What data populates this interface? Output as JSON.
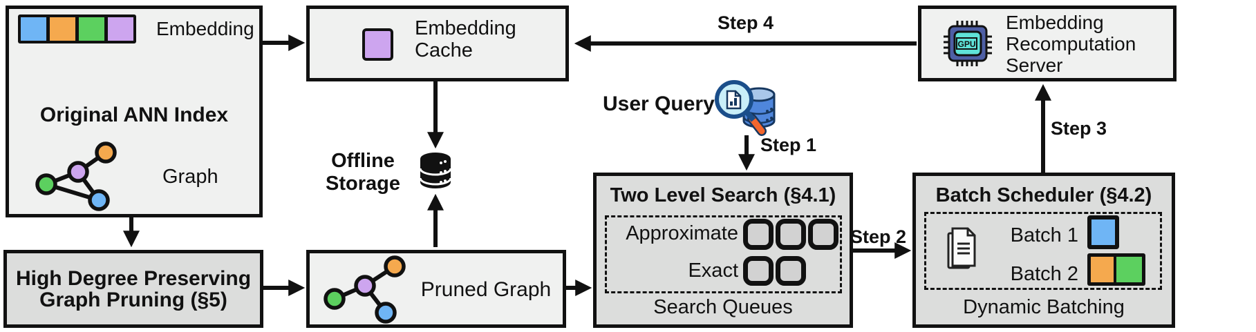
{
  "figure": {
    "original_ann_index": {
      "title": "Original ANN Index",
      "embedding_label": "Embedding",
      "graph_label": "Graph",
      "embedding_cells": [
        "blue",
        "orange",
        "green",
        "purple"
      ],
      "graph_nodes": [
        "orange",
        "purple",
        "green",
        "blue"
      ],
      "graph_edges": [
        "purple-orange",
        "purple-green",
        "purple-blue",
        "green-blue"
      ]
    },
    "embedding_cache": {
      "line1": "Embedding",
      "line2": "Cache",
      "cached_cell_color": "purple"
    },
    "embedding_recomputation_server": {
      "line1": "Embedding",
      "line2": "Recomputation",
      "line3": "Server",
      "gpu_chip_label": "GPU"
    },
    "offline_storage": {
      "line1": "Offline",
      "line2": "Storage"
    },
    "user_query_label": "User Query",
    "high_degree_pruning": {
      "line1": "High Degree Preserving",
      "line2": "Graph Pruning (§5)"
    },
    "pruned_graph": {
      "label": "Pruned Graph",
      "graph_nodes": [
        "orange",
        "purple",
        "green",
        "blue"
      ],
      "graph_edges": [
        "green-purple",
        "purple-orange",
        "purple-blue"
      ]
    },
    "two_level_search": {
      "title": "Two Level Search (§4.1)",
      "approximate_label": "Approximate",
      "exact_label": "Exact",
      "caption": "Search Queues",
      "approximate_queue_count": 3,
      "exact_queue_count": 2
    },
    "batch_scheduler": {
      "title": "Batch Scheduler (§4.2)",
      "batch1_label": "Batch 1",
      "batch2_label": "Batch 2",
      "batch1_cells": [
        "blue"
      ],
      "batch2_cells": [
        "orange",
        "green"
      ],
      "caption": "Dynamic Batching"
    },
    "step_labels": {
      "step1": "Step 1",
      "step2": "Step 2",
      "step3": "Step 3",
      "step4": "Step 4"
    },
    "icons": [
      "database-icon",
      "gpu-chip-icon",
      "search-query-icon",
      "documents-icon",
      "graph-icon"
    ],
    "colors": {
      "blue": "#6FB5F5",
      "orange": "#F5A94E",
      "green": "#5CD05F",
      "purple": "#CDA5EF",
      "box_light": "#F0F1F0",
      "box_dark": "#DCDDDC",
      "queue_fill": "#D2D2D2",
      "chip_body": "#4E5FA5",
      "chip_screen": "#5FE2D8",
      "query_db_blue": "#4F86DB",
      "query_lens": "#C9EEF8",
      "query_handle_orange": "#F2662D"
    }
  }
}
